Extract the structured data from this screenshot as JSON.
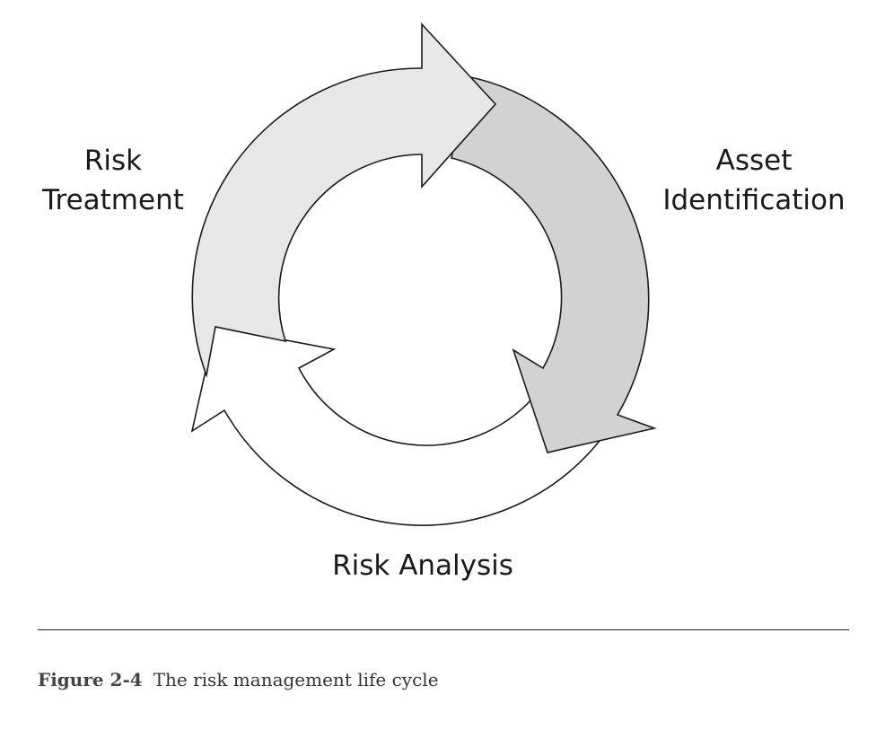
{
  "diagram": {
    "stages": [
      {
        "id": "risk-treatment",
        "lines": [
          "Risk",
          "Treatment"
        ],
        "fill": "#e6e7e8"
      },
      {
        "id": "asset-identification",
        "lines": [
          "Asset",
          "Identification"
        ],
        "fill": "#d1d2d4"
      },
      {
        "id": "risk-analysis",
        "lines": [
          "Risk Analysis"
        ],
        "fill": "#ffffff"
      }
    ],
    "stroke_color": "#1a1a1a"
  },
  "caption": {
    "number": "Figure 2-4",
    "text": "The risk management life cycle"
  }
}
